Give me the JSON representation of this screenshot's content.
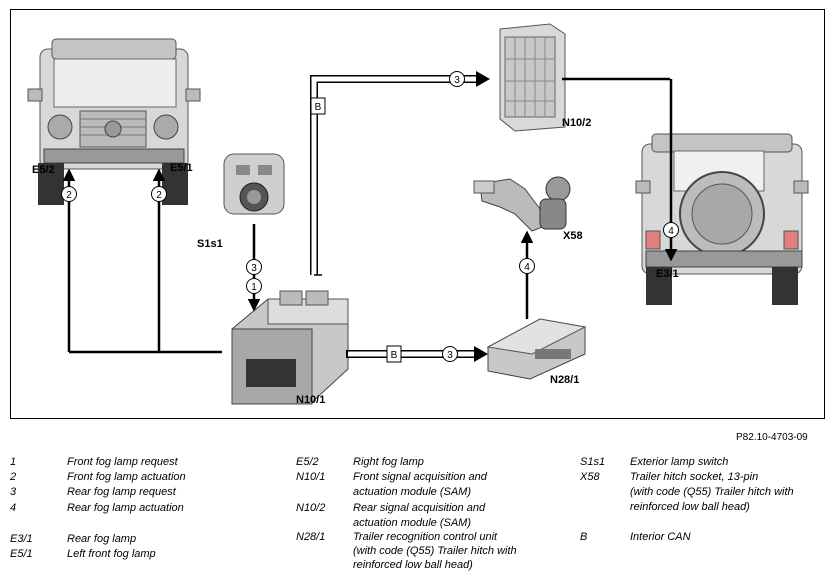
{
  "diagram": {
    "components": {
      "front_vehicle": "front-view vehicle",
      "rear_vehicle": "rear-view vehicle"
    },
    "labels": {
      "e52": "E5/2",
      "e51": "E5/1",
      "s1s1": "S1s1",
      "n10_1": "N10/1",
      "n10_2": "N10/2",
      "x58": "X58",
      "n28_1": "N28/1",
      "e31": "E3/1"
    },
    "arrow_numbers": {
      "a2_left": "2",
      "a2_right": "2",
      "a3_switch": "3",
      "a1_switch": "1",
      "a3_top": "3",
      "a3_bottom": "3",
      "a4_x58": "4",
      "a4_rear": "4"
    },
    "bus_labels": {
      "b_top": "B",
      "b_bottom": "B"
    }
  },
  "reference_code": "P82.10-4703-09",
  "legend": {
    "col1": [
      {
        "code": "1",
        "desc": "Front fog lamp request"
      },
      {
        "code": "2",
        "desc": "Front fog lamp actuation"
      },
      {
        "code": "3",
        "desc": "Rear fog lamp request"
      },
      {
        "code": "4",
        "desc": "Rear fog lamp actuation"
      },
      {
        "code": "E3/1",
        "desc": "Rear fog lamp"
      },
      {
        "code": "E5/1",
        "desc": "Left front fog lamp"
      }
    ],
    "col2": [
      {
        "code": "E5/2",
        "desc": "Right fog lamp"
      },
      {
        "code": "N10/1",
        "desc": "Front signal acquisition and",
        "desc2": "actuation module (SAM)"
      },
      {
        "code": "N10/2",
        "desc": "Rear signal acquisition and",
        "desc2": "actuation module (SAM)"
      },
      {
        "code": "N28/1",
        "desc": "Trailer recognition control unit",
        "desc2": "(with code (Q55) Trailer hitch with",
        "desc3": "reinforced low ball head)"
      }
    ],
    "col3": [
      {
        "code": "S1s1",
        "desc": "Exterior lamp switch"
      },
      {
        "code": "X58",
        "desc": "Trailer hitch socket, 13-pin",
        "desc2": "(with code (Q55) Trailer hitch with",
        "desc3": "reinforced low ball head)"
      },
      {
        "code": "B",
        "desc": "Interior CAN"
      }
    ]
  }
}
